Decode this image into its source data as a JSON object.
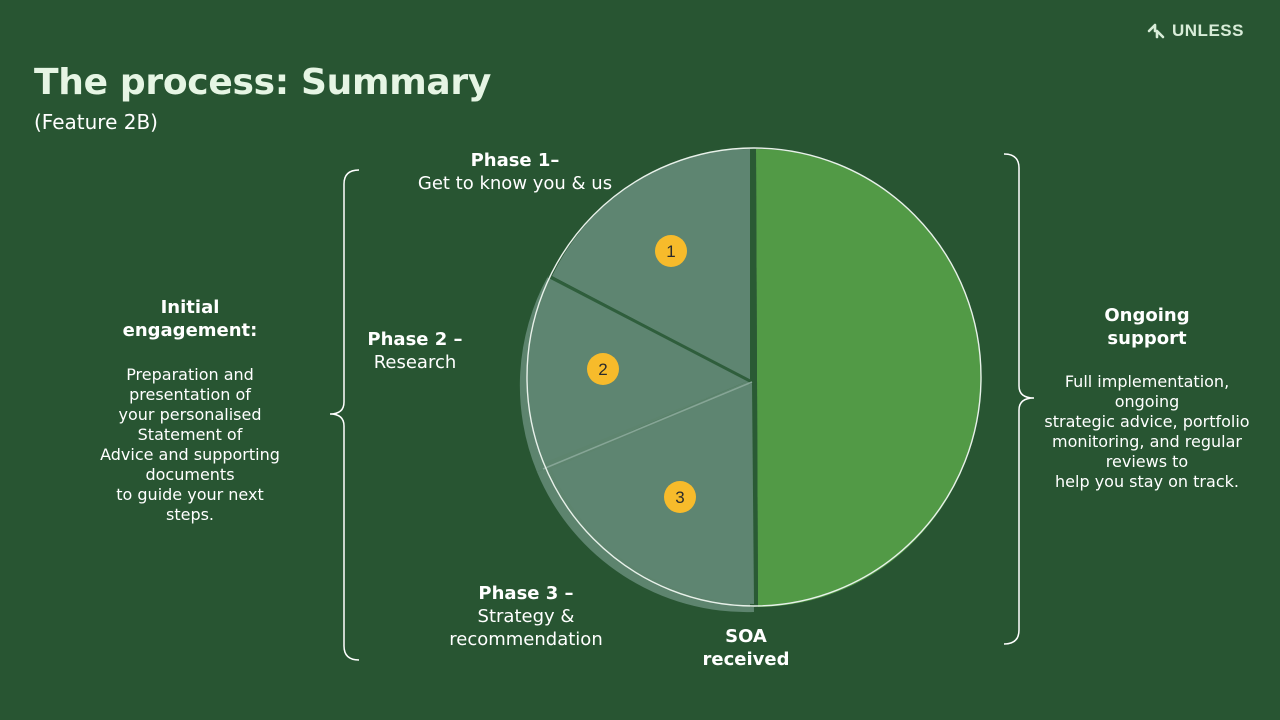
{
  "brand": {
    "logo_text": "UNLESS",
    "logo_icon": "unless-logo-icon"
  },
  "header": {
    "title": "The process: Summary",
    "subtitle": "(Feature 2B)"
  },
  "left": {
    "heading_line1": "Initial",
    "heading_line2": "engagement:",
    "body_lines": [
      "Preparation and",
      "presentation of",
      "your personalised",
      "Statement of",
      "Advice and supporting",
      "documents",
      "to guide your next",
      "steps."
    ]
  },
  "phases": [
    {
      "number": "1",
      "title": "Phase 1–",
      "desc": "Get to know you & us"
    },
    {
      "number": "2",
      "title": "Phase  2 –",
      "desc": "Research"
    },
    {
      "number": "3",
      "title": "Phase 3 –",
      "desc_line1": "Strategy &",
      "desc_line2": "recommendation"
    }
  ],
  "soa": {
    "line1": "SOA",
    "line2": "received"
  },
  "right": {
    "heading_line1": "Ongoing",
    "heading_line2": "support",
    "body_lines": [
      "Full implementation,",
      "ongoing",
      "strategic advice, portfolio",
      "monitoring, and regular",
      "reviews to",
      "help you stay on track."
    ]
  },
  "colors": {
    "background": "#285532",
    "ongoing_green": "#529a46",
    "phase_grey_green": "#5e8571",
    "marker_yellow": "#f7bb2b",
    "title_text": "#e6f5e4"
  }
}
